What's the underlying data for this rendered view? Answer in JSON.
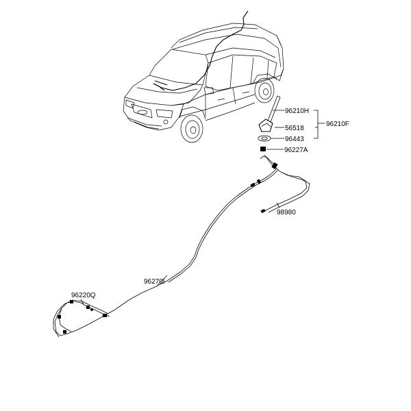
{
  "parts": [
    {
      "id": "p-96210H",
      "text": "96210H"
    },
    {
      "id": "p-96210F",
      "text": "96210F"
    },
    {
      "id": "p-56518",
      "text": "56518"
    },
    {
      "id": "p-96443",
      "text": "96443"
    },
    {
      "id": "p-96227A",
      "text": "96227A"
    },
    {
      "id": "p-98980",
      "text": "98980"
    },
    {
      "id": "p-96270I",
      "text": "96270I"
    },
    {
      "id": "p-96220Q",
      "text": "96220Q"
    }
  ]
}
